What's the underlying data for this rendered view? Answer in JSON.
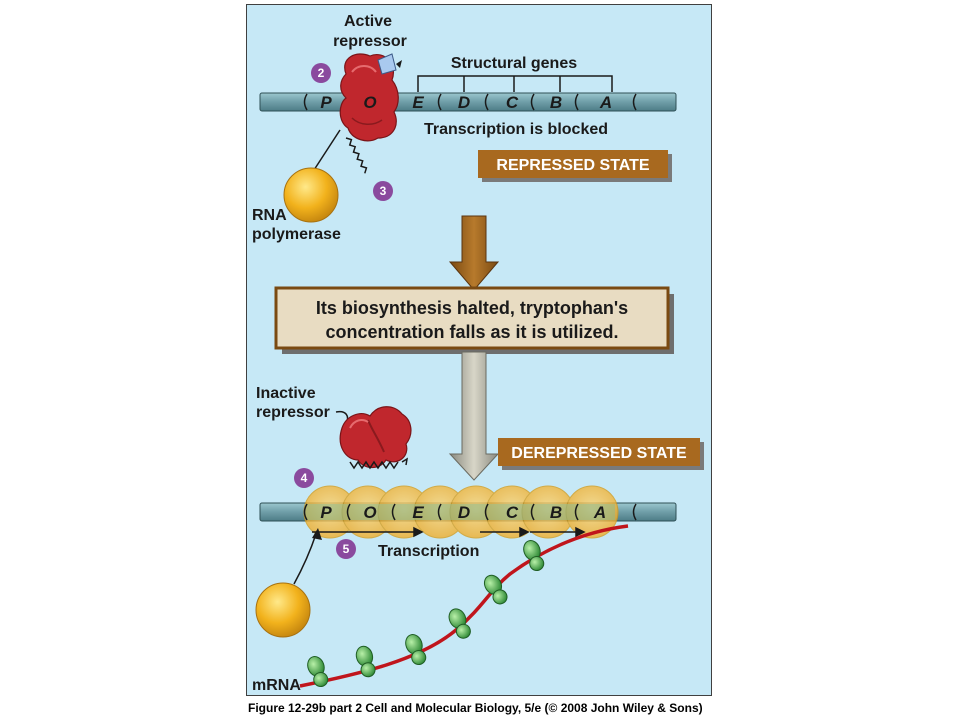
{
  "repressed": {
    "active_repressor_line1": "Active",
    "active_repressor_line2": "repressor",
    "structural_genes": "Structural genes",
    "transcription_blocked": "Transcription is blocked",
    "state": "REPRESSED STATE",
    "rna_line1": "RNA",
    "rna_line2": "polymerase",
    "step_2": "2",
    "step_3": "3"
  },
  "genes": {
    "p": "P",
    "o": "O",
    "e": "E",
    "d": "D",
    "c": "C",
    "b": "B",
    "a": "A"
  },
  "message": {
    "line1": "Its biosynthesis halted, tryptophan's",
    "line2": "concentration falls as it is utilized."
  },
  "derepressed": {
    "inactive_line1": "Inactive",
    "inactive_line2": "repressor",
    "state": "DEREPRESSED STATE",
    "transcription": "Transcription",
    "mrna": "mRNA",
    "step_4": "4",
    "step_5": "5"
  },
  "caption": "Figure 12-29b part 2 Cell and Molecular Biology, 5/e (© 2008 John Wiley & Sons)",
  "colors": {
    "panel": "#c6e8f6",
    "dna": "#6f9ea8",
    "repressor": "#c0272d",
    "polymerase": "#f2b21c",
    "banner": "#a8691f",
    "step_circle": "#8a4a9e",
    "mrna": "#c0151c",
    "ribosome": "#4cae4c"
  }
}
